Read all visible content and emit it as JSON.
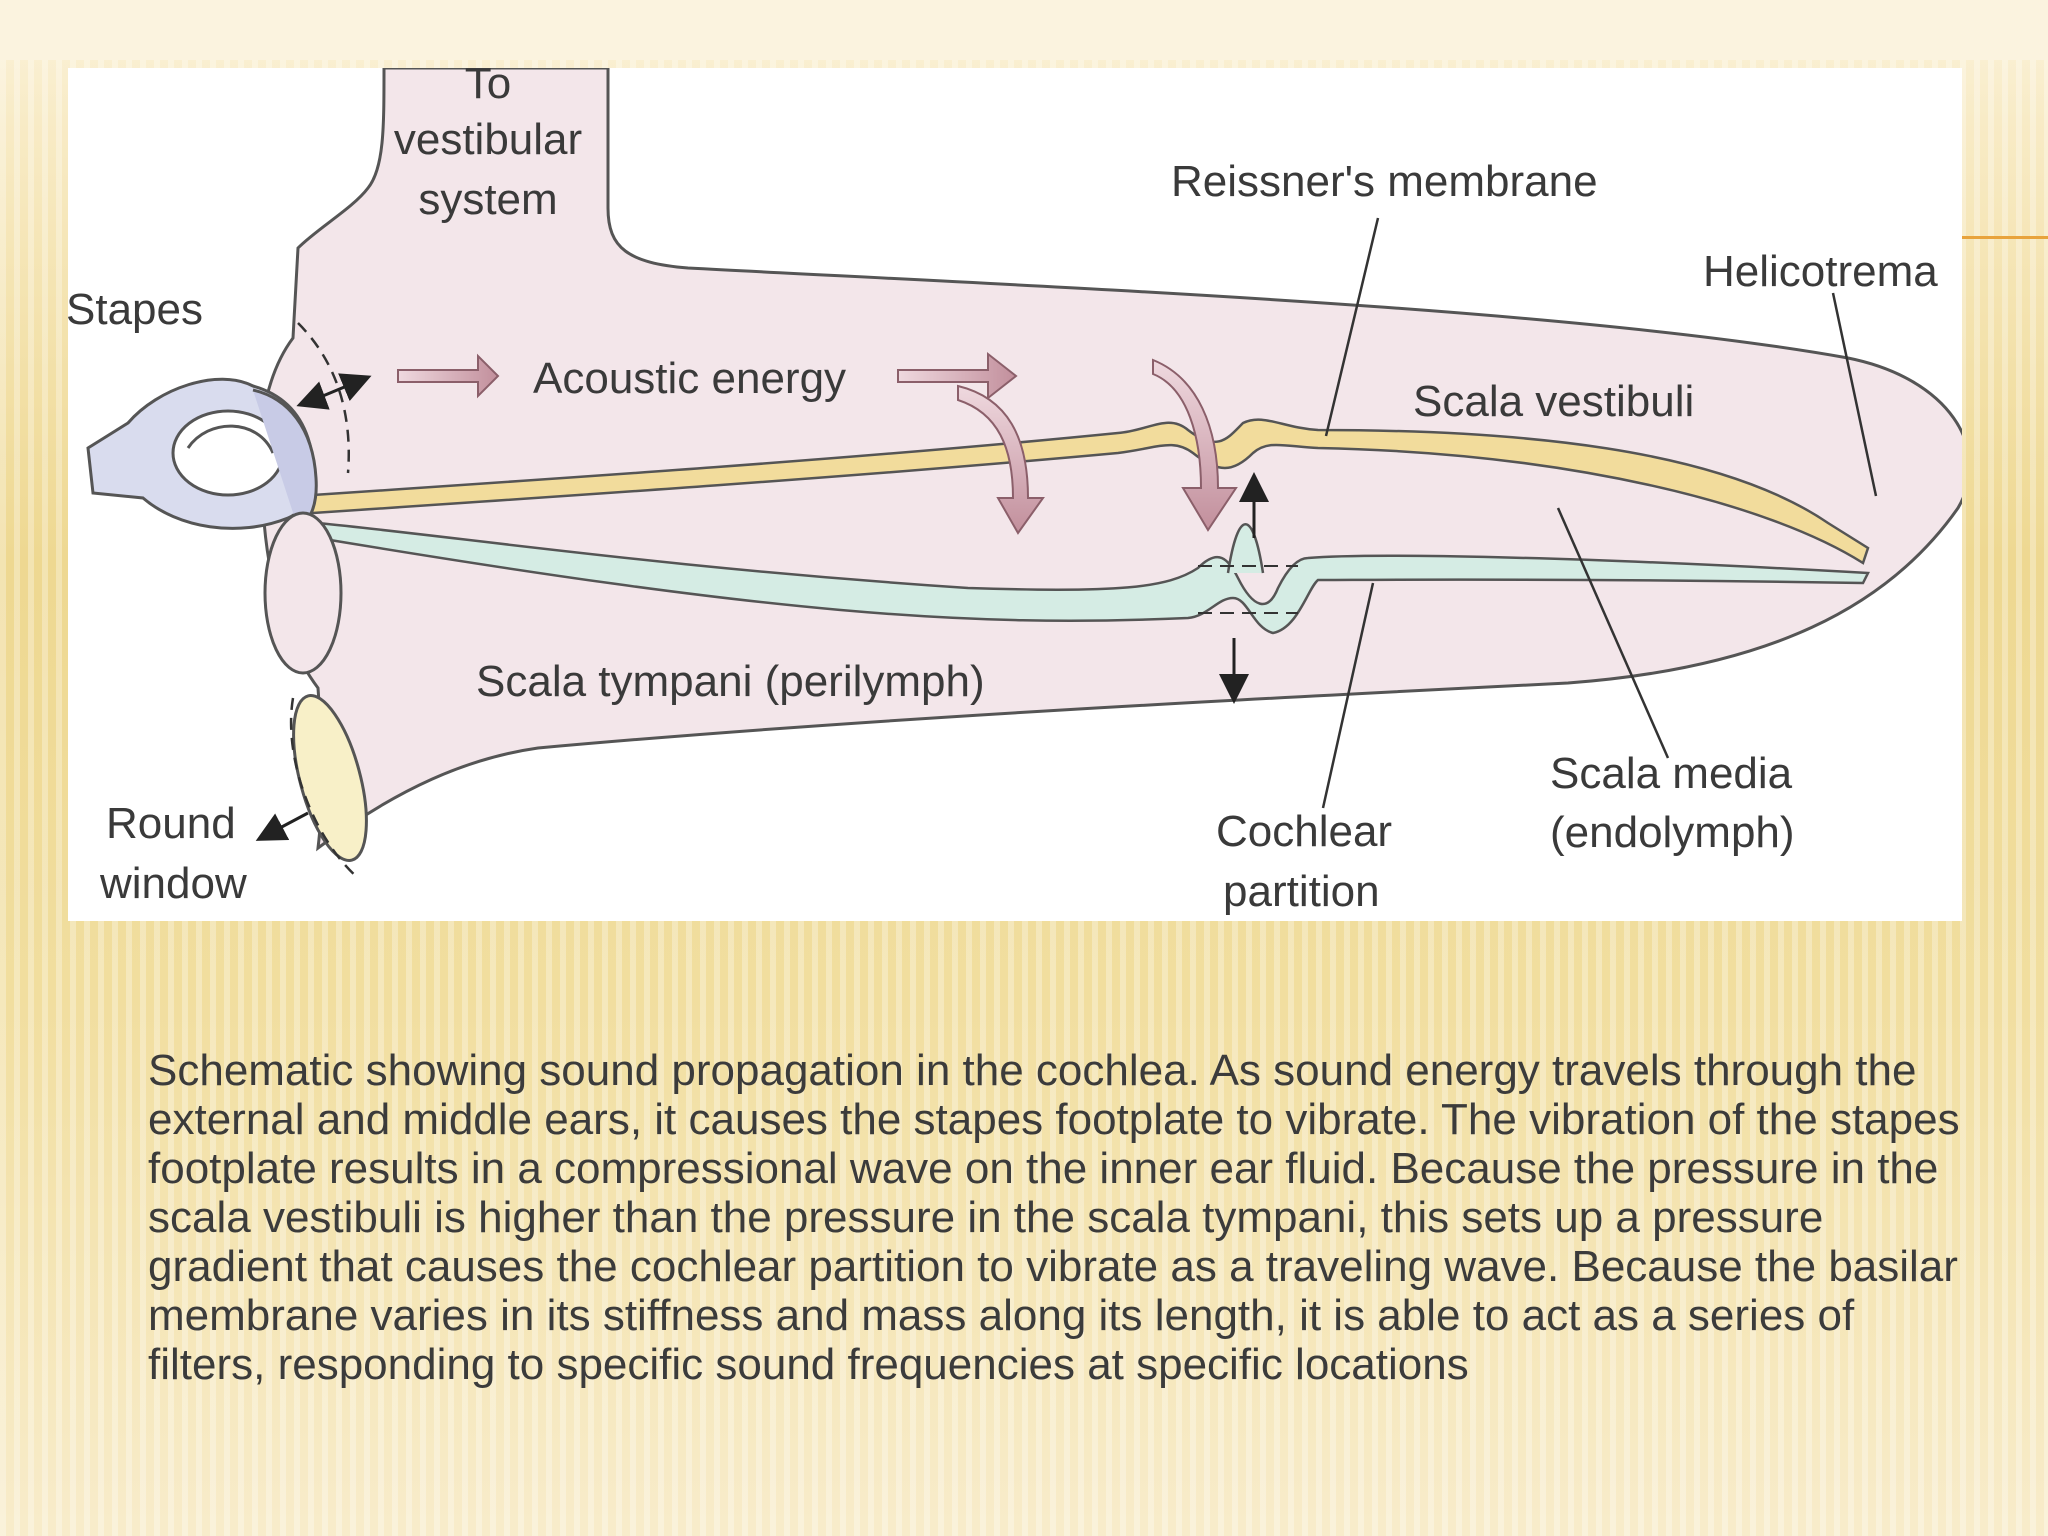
{
  "diagram": {
    "labels": {
      "to_vestibular_1": "To",
      "to_vestibular_2": "vestibular",
      "to_vestibular_3": "system",
      "stapes": "Stapes",
      "acoustic_energy": "Acoustic energy",
      "reissners_membrane": "Reissner's membrane",
      "helicotrema": "Helicotrema",
      "scala_vestibuli": "Scala vestibuli",
      "scala_tympani": "Scala tympani (perilymph)",
      "round_window_1": "Round",
      "round_window_2": "window",
      "cochlear_partition_1": "Cochlear",
      "cochlear_partition_2": "partition",
      "scala_media_1": "Scala media",
      "scala_media_2": "(endolymph)"
    },
    "colors": {
      "cochlea_fill": "#f3e6ea",
      "outline": "#555555",
      "membrane_yellow": "#f2dc9c",
      "partition_green": "#d5ece4",
      "arrow_pink": "#c28f9c",
      "stapes_fill": "#d9dcee"
    }
  },
  "caption": "Schematic showing sound propagation in the cochlea. As sound energy travels through the external and middle ears, it causes the stapes footplate to vibrate. The vibration of the stapes footplate results in a compressional wave on the inner ear fluid. Because the pressure in the scala vestibuli is higher than the pressure in the scala tympani, this sets up a pressure gradient that causes the cochlear partition to vibrate as a traveling wave. Because the basilar membrane varies in its stiffness and mass along its length, it is able to act as a series of filters, responding to specific sound frequencies at specific locations"
}
